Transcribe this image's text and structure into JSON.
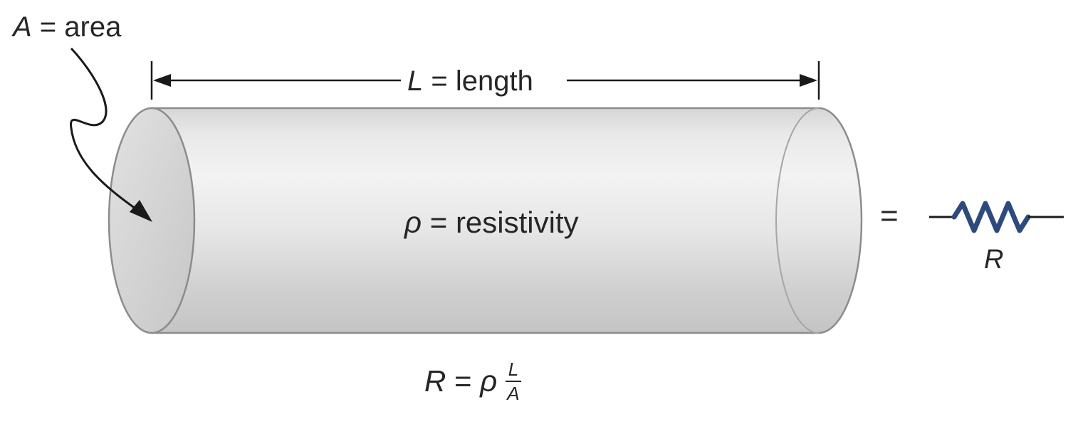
{
  "labels": {
    "area": {
      "symbol": "A",
      "equals": " = ",
      "text": "area"
    },
    "length": {
      "symbol": "L",
      "equals": " = ",
      "text": "length"
    },
    "resistivity": {
      "symbol": "ρ",
      "equals": " = ",
      "text": "resistivity"
    },
    "equivalent": "=",
    "resistor_symbol": "R"
  },
  "formula": {
    "lhs": "R",
    "equals": " = ",
    "coefficient": "ρ",
    "numerator": "L",
    "denominator": "A"
  },
  "colors": {
    "cylinder_light": "#f2f2f2",
    "cylinder_mid": "#d9d9d9",
    "cylinder_dark": "#bdbdbd",
    "outline": "#8c8c8c",
    "resistor": "#2e4a7d",
    "text": "#262626"
  }
}
